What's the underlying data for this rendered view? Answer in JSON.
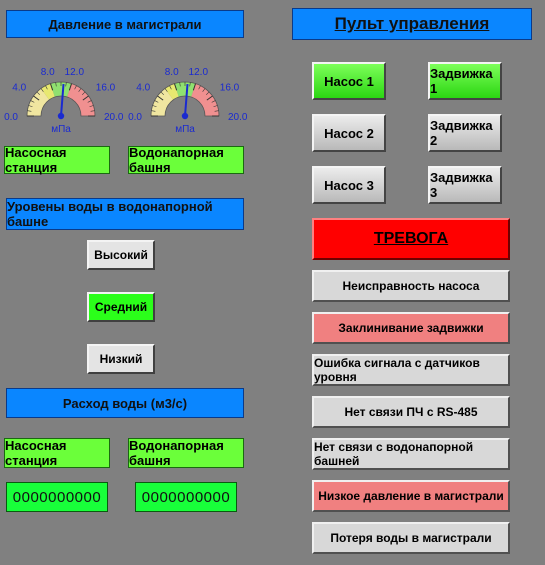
{
  "pressure": {
    "title": "Давление в магистрали",
    "gauges": [
      {
        "label": "Насосная станция",
        "unit": "мПа",
        "value": 10.5,
        "min": 0,
        "max": 20,
        "ticks": [
          "0.0",
          "4.0",
          "8.0",
          "12.0",
          "16.0",
          "20.0"
        ]
      },
      {
        "label": "Водонапорная башня",
        "unit": "мПа",
        "value": 10.5,
        "min": 0,
        "max": 20,
        "ticks": [
          "0.0",
          "4.0",
          "8.0",
          "12.0",
          "16.0",
          "20.0"
        ]
      }
    ]
  },
  "levels": {
    "title": "Уровены воды в водонапорной башне",
    "high": "Высокий",
    "mid": "Средний",
    "low": "Низкий",
    "active": "mid"
  },
  "flow": {
    "title": "Расход воды (м3/с)",
    "station_label": "Насосная станция",
    "tower_label": "Водонапорная башня",
    "station_value": "0000000000",
    "tower_value": "0000000000"
  },
  "control": {
    "title": "Пульт управления",
    "buttons": [
      {
        "label": "Насос 1",
        "on": true
      },
      {
        "label": "Задвижка 1",
        "on": true
      },
      {
        "label": "Насос 2",
        "on": false
      },
      {
        "label": "Задвижка 2",
        "on": false
      },
      {
        "label": "Насос 3",
        "on": false
      },
      {
        "label": "Задвижка 3",
        "on": false
      }
    ]
  },
  "alarm": {
    "title": "ТРЕВОГА",
    "items": [
      {
        "label": "Неисправность насоса",
        "active": false
      },
      {
        "label": "Заклинивание задвижки",
        "active": true
      },
      {
        "label": "Ошибка сигнала с датчиков уровня",
        "active": false
      },
      {
        "label": "Нет связи ПЧ с RS-485",
        "active": false
      },
      {
        "label": "Нет связи с водонапорной башней",
        "active": false
      },
      {
        "label": "Низкое давление в магистрали",
        "active": true
      },
      {
        "label": "Потеря воды в магистрали",
        "active": false
      }
    ]
  },
  "colors": {
    "header_blue": "#0a86ff",
    "label_green": "#6bff3a",
    "alarm_red": "#ff0000",
    "alarm_active": "#f08080",
    "background": "#808080"
  }
}
